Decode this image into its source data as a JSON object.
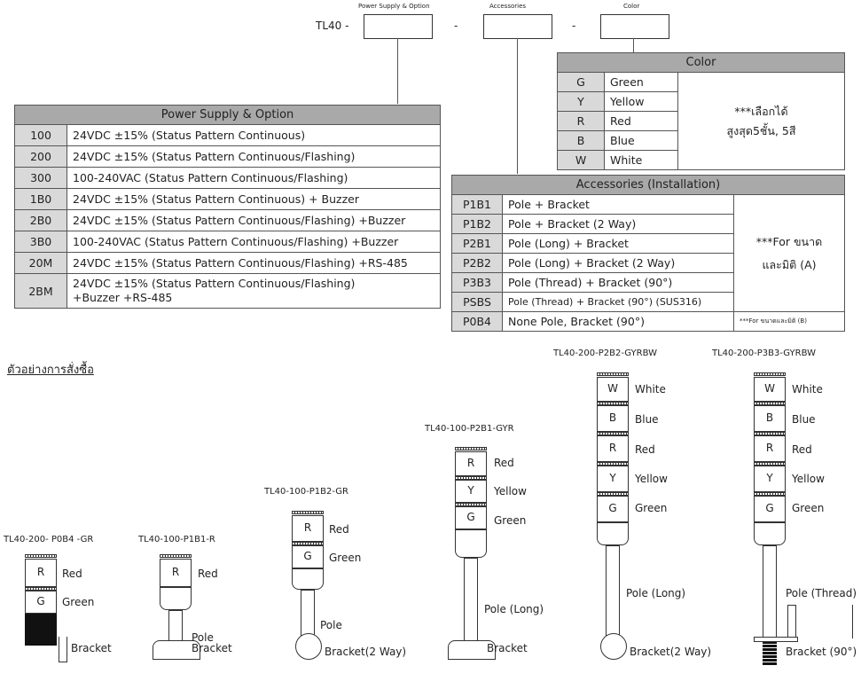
{
  "header": {
    "prefix": "TL40 -",
    "dash1": "-",
    "dash2": "-",
    "label_power": "Power Supply & Option",
    "label_accessories": "Accessories",
    "label_color": "Color"
  },
  "power_table": {
    "title": "Power Supply & Option",
    "rows": [
      {
        "code": "100",
        "desc": "24VDC ±15% (Status Pattern Continuous)"
      },
      {
        "code": "200",
        "desc": "24VDC ±15% (Status Pattern Continuous/Flashing)"
      },
      {
        "code": "300",
        "desc": "100-240VAC (Status Pattern Continuous/Flashing)"
      },
      {
        "code": "1B0",
        "desc": "24VDC ±15% (Status Pattern Continuous) + Buzzer"
      },
      {
        "code": "2B0",
        "desc": "24VDC ±15% (Status Pattern Continuous/Flashing) +Buzzer"
      },
      {
        "code": "3B0",
        "desc": "100-240VAC (Status Pattern Continuous/Flashing) +Buzzer"
      },
      {
        "code": "20M",
        "desc": "24VDC ±15% (Status Pattern Continuous/Flashing) +RS-485"
      },
      {
        "code": "2BM",
        "desc": "24VDC ±15% (Status Pattern Continuous/Flashing)",
        "desc2": "+Buzzer +RS-485"
      }
    ]
  },
  "color_table": {
    "title": "Color",
    "rows": [
      {
        "code": "G",
        "name": "Green"
      },
      {
        "code": "Y",
        "name": "Yellow"
      },
      {
        "code": "R",
        "name": "Red"
      },
      {
        "code": "B",
        "name": "Blue"
      },
      {
        "code": "W",
        "name": "White"
      }
    ],
    "note1": "***เลือกได้",
    "note2": "สูงสุด5ชั้น, 5สี"
  },
  "acc_table": {
    "title": "Accessories (Installation)",
    "rows": [
      {
        "code": "P1B1",
        "desc": "Pole + Bracket"
      },
      {
        "code": "P1B2",
        "desc": "Pole + Bracket (2 Way)"
      },
      {
        "code": "P2B1",
        "desc": "Pole (Long) + Bracket"
      },
      {
        "code": "P2B2",
        "desc": "Pole (Long) + Bracket (2 Way)"
      },
      {
        "code": "P3B3",
        "desc": "Pole (Thread) + Bracket (90°)"
      },
      {
        "code": "PSBS",
        "desc": "Pole (Thread) + Bracket (90°) (SUS316)"
      },
      {
        "code": "P0B4",
        "desc": "None Pole, Bracket (90°)"
      }
    ],
    "note_a1": "***For ขนาด",
    "note_a2": "และมิติ (A)",
    "note_b": "***For ขนาดและมิติ (B)"
  },
  "examples": {
    "title": "ตัวอย่างการสั่งซื้อ",
    "items": [
      {
        "code": "TL40-200- P0B4 -GR",
        "lights": [
          "Red",
          "Green"
        ],
        "letters": [
          "R",
          "G"
        ],
        "mount": "Bracket",
        "pole": ""
      },
      {
        "code": "TL40-100-P1B1-R",
        "lights": [
          "Red"
        ],
        "letters": [
          "R"
        ],
        "mount": "Bracket",
        "pole": "Pole"
      },
      {
        "code": "TL40-100-P1B2-GR",
        "lights": [
          "Red",
          "Green"
        ],
        "letters": [
          "R",
          "G"
        ],
        "mount": "Bracket(2 Way)",
        "pole": "Pole"
      },
      {
        "code": "TL40-100-P2B1-GYR",
        "lights": [
          "Red",
          "Yellow",
          "Green"
        ],
        "letters": [
          "R",
          "Y",
          "G"
        ],
        "mount": "Bracket",
        "pole": "Pole (Long)"
      },
      {
        "code": "TL40-200-P2B2-GYRBW",
        "lights": [
          "White",
          "Blue",
          "Red",
          "Yellow",
          "Green"
        ],
        "letters": [
          "W",
          "B",
          "R",
          "Y",
          "G"
        ],
        "mount": "Bracket(2 Way)",
        "pole": "Pole (Long)"
      },
      {
        "code": "TL40-200-P3B3-GYRBW",
        "lights": [
          "White",
          "Blue",
          "Red",
          "Yellow",
          "Green"
        ],
        "letters": [
          "W",
          "B",
          "R",
          "Y",
          "G"
        ],
        "mount": "Bracket (90°)",
        "pole": "Pole (Thread)"
      }
    ]
  }
}
